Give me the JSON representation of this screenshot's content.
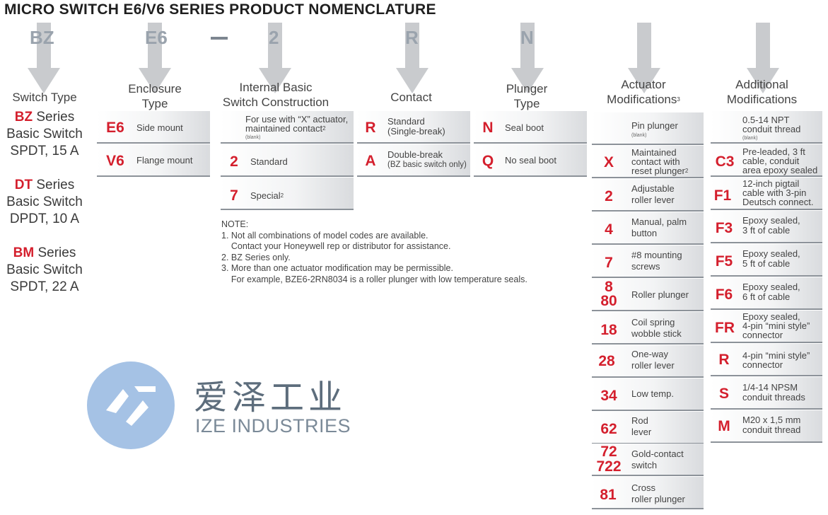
{
  "title": "MICRO SWITCH E6/V6 SERIES PRODUCT NOMENCLATURE",
  "codes": {
    "c1": "BZ",
    "c2": "E6",
    "c3": "2",
    "c4": "R",
    "c5": "N"
  },
  "headers": {
    "switch_type": "Switch Type",
    "enclosure_l1": "Enclosure",
    "enclosure_l2": "Type",
    "internal_l1": "Internal Basic",
    "internal_l2": "Switch Construction",
    "contact": "Contact",
    "plunger_l1": "Plunger",
    "plunger_l2": "Type",
    "actuator_l1": "Actuator",
    "actuator_l2": "Modifications",
    "actuator_sup": "3",
    "additional_l1": "Additional",
    "additional_l2": "Modifications"
  },
  "switch_types": [
    {
      "code": "BZ",
      "line1": " Series",
      "line2": "Basic Switch",
      "line3": "SPDT, 15 A"
    },
    {
      "code": "DT",
      "line1": " Series",
      "line2": "Basic Switch",
      "line3": "DPDT, 10 A"
    },
    {
      "code": "BM",
      "line1": " Series",
      "line2": "Basic Switch",
      "line3": "SPDT, 22 A"
    }
  ],
  "enclosure": [
    {
      "code": "E6",
      "desc": "Side mount"
    },
    {
      "code": "V6",
      "desc": "Flange mount"
    }
  ],
  "internal": {
    "blank_l1": "For use with “X” actuator,",
    "blank_l2": "maintained contact",
    "blank_sup": "2",
    "blank_tag": "(blank)",
    "rows": [
      {
        "code": "2",
        "desc": "Standard"
      },
      {
        "code": "7",
        "desc": "Special",
        "sup": "2"
      }
    ]
  },
  "contact": [
    {
      "code": "R",
      "l1": "Standard",
      "l2": "(Single-break)"
    },
    {
      "code": "A",
      "l1": "Double-break",
      "l2": "(BZ basic switch only)"
    }
  ],
  "plunger": [
    {
      "code": "N",
      "desc": "Seal boot"
    },
    {
      "code": "Q",
      "desc": "No seal boot"
    }
  ],
  "actuator": {
    "blank_l1": "Pin plunger",
    "blank_tag": "(blank)",
    "rows": [
      {
        "code": "X",
        "l1": "Maintained",
        "l2": "contact with",
        "l3": "reset plunger",
        "sup": "2"
      },
      {
        "code": "2",
        "l1": "Adjustable",
        "l2": "roller lever"
      },
      {
        "code": "4",
        "l1": "Manual, palm",
        "l2": "button"
      },
      {
        "code": "7",
        "l1": "#8 mounting",
        "l2": "screws"
      },
      {
        "code": "8",
        "code2": "80",
        "l1": "Roller plunger"
      },
      {
        "code": "18",
        "l1": "Coil spring",
        "l2": "wobble stick"
      },
      {
        "code": "28",
        "l1": "One-way",
        "l2": "roller lever"
      },
      {
        "code": "34",
        "l1": "Low temp."
      },
      {
        "code": "62",
        "l1": "Rod",
        "l2": "lever"
      },
      {
        "code": "72",
        "code2": "722",
        "l1": "Gold-contact",
        "l2": "switch"
      },
      {
        "code": "81",
        "l1": "Cross",
        "l2": "roller plunger"
      }
    ]
  },
  "additional": {
    "blank_l1": "0.5-14 NPT",
    "blank_l2": "conduit thread",
    "blank_tag": "(blank)",
    "rows": [
      {
        "code": "C3",
        "l1": "Pre-leaded, 3 ft",
        "l2": "cable, conduit",
        "l3": "area epoxy sealed"
      },
      {
        "code": "F1",
        "l1": "12-inch pigtail",
        "l2": "cable with 3-pin",
        "l3": "Deutsch connect."
      },
      {
        "code": "F3",
        "l1": "Epoxy sealed,",
        "l2": "3 ft of cable"
      },
      {
        "code": "F5",
        "l1": "Epoxy sealed,",
        "l2": "5 ft of cable"
      },
      {
        "code": "F6",
        "l1": "Epoxy sealed,",
        "l2": "6 ft of cable"
      },
      {
        "code": "FR",
        "l1": "Epoxy sealed,",
        "l2": "4-pin “mini style”",
        "l3": "connector"
      },
      {
        "code": "R",
        "l1": "4-pin “mini style”",
        "l2": "connector"
      },
      {
        "code": "S",
        "l1": "1/4-14 NPSM",
        "l2": "conduit threads"
      },
      {
        "code": "M",
        "l1": "M20 x 1,5 mm",
        "l2": "conduit thread"
      }
    ]
  },
  "notes": [
    "NOTE:",
    "1. Not all combinations of model codes are available.",
    "    Contact your Honeywell rep or distributor for assistance.",
    "2. BZ Series only.",
    "3. More than one actuator modification may be permissible.",
    "    For example, BZE6-2RN8034 is a roller plunger with low temperature seals."
  ],
  "watermark": {
    "cn": "爱泽工业",
    "en": "IZE INDUSTRIES"
  },
  "colors": {
    "accent": "#d41f2d",
    "arrow": "#c9cbce",
    "code_letter": "#9aa3ad"
  }
}
